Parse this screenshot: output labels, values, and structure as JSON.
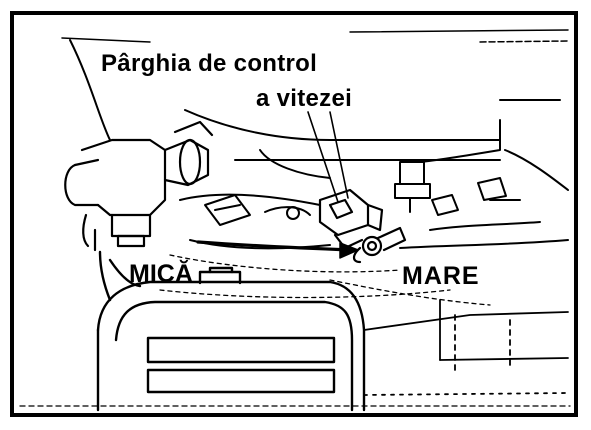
{
  "figure": {
    "labels": {
      "lever_line_1": "Pârghia de control",
      "lever_line_2": "a vitezei",
      "low": "MICĂ",
      "high": "MARE"
    },
    "colors": {
      "ink": "#000000",
      "paper": "#ffffff"
    },
    "icons": {
      "arrow": "arrow-right-icon"
    }
  }
}
